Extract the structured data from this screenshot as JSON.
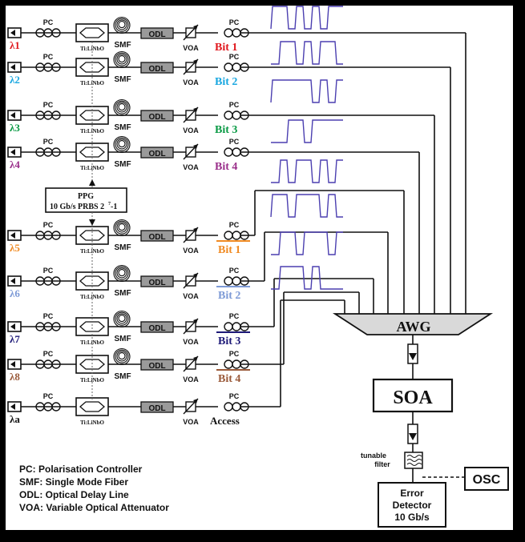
{
  "labels": {
    "pc": "PC",
    "smf": "SMF",
    "odl": "ODL",
    "voa": "VOA",
    "modulator": "Ti:LiNbO",
    "modulator_sub": "3"
  },
  "ppg": {
    "line1": "PPG",
    "line2": "10 Gb/s PRBS 2",
    "exp": "7",
    "tail": "-1"
  },
  "upper_rows": [
    {
      "lambda": "λ1",
      "bit": "Bit 1",
      "lambda_color": "#e0181e",
      "bit_color": "#e0181e"
    },
    {
      "lambda": "λ2",
      "bit": "Bit 2",
      "lambda_color": "#19a7e0",
      "bit_color": "#19a7e0"
    },
    {
      "lambda": "λ3",
      "bit": "Bit 3",
      "lambda_color": "#0a9a45",
      "bit_color": "#0a9a45"
    },
    {
      "lambda": "λ4",
      "bit": "Bit 4",
      "lambda_color": "#9a2f8a",
      "bit_color": "#9a2f8a"
    }
  ],
  "lower_rows": [
    {
      "lambda": "λ5",
      "bit": "Bit 1",
      "lambda_color": "#f08a22",
      "bit_color": "#f08a22"
    },
    {
      "lambda": "λ6",
      "bit": "Bit 2",
      "lambda_color": "#7d9ad6",
      "bit_color": "#7d9ad6"
    },
    {
      "lambda": "λ7",
      "bit": "Bit 3",
      "lambda_color": "#1e1a78",
      "bit_color": "#1e1a78"
    },
    {
      "lambda": "λ8",
      "bit": "Bit 4",
      "lambda_color": "#9a5a3a",
      "bit_color": "#9a5a3a"
    }
  ],
  "access_row": {
    "lambda": "λa",
    "label": "Access",
    "lambda_color": "#111111"
  },
  "awg": "AWG",
  "soa": "SOA",
  "filter": {
    "line1": "tunable",
    "line2": "filter"
  },
  "osc": "OSC",
  "error_detector": {
    "line1": "Error",
    "line2": "Detector",
    "line3": "10 Gb/s"
  },
  "legend": [
    "PC: Polarisation Controller",
    "SMF: Single Mode Fiber",
    "ODL: Optical Delay Line",
    "VOA: Variable Optical Attenuator"
  ],
  "colors": {
    "waveform": "#4b3fb0",
    "background": "#ffffff",
    "frame": "#000000"
  }
}
